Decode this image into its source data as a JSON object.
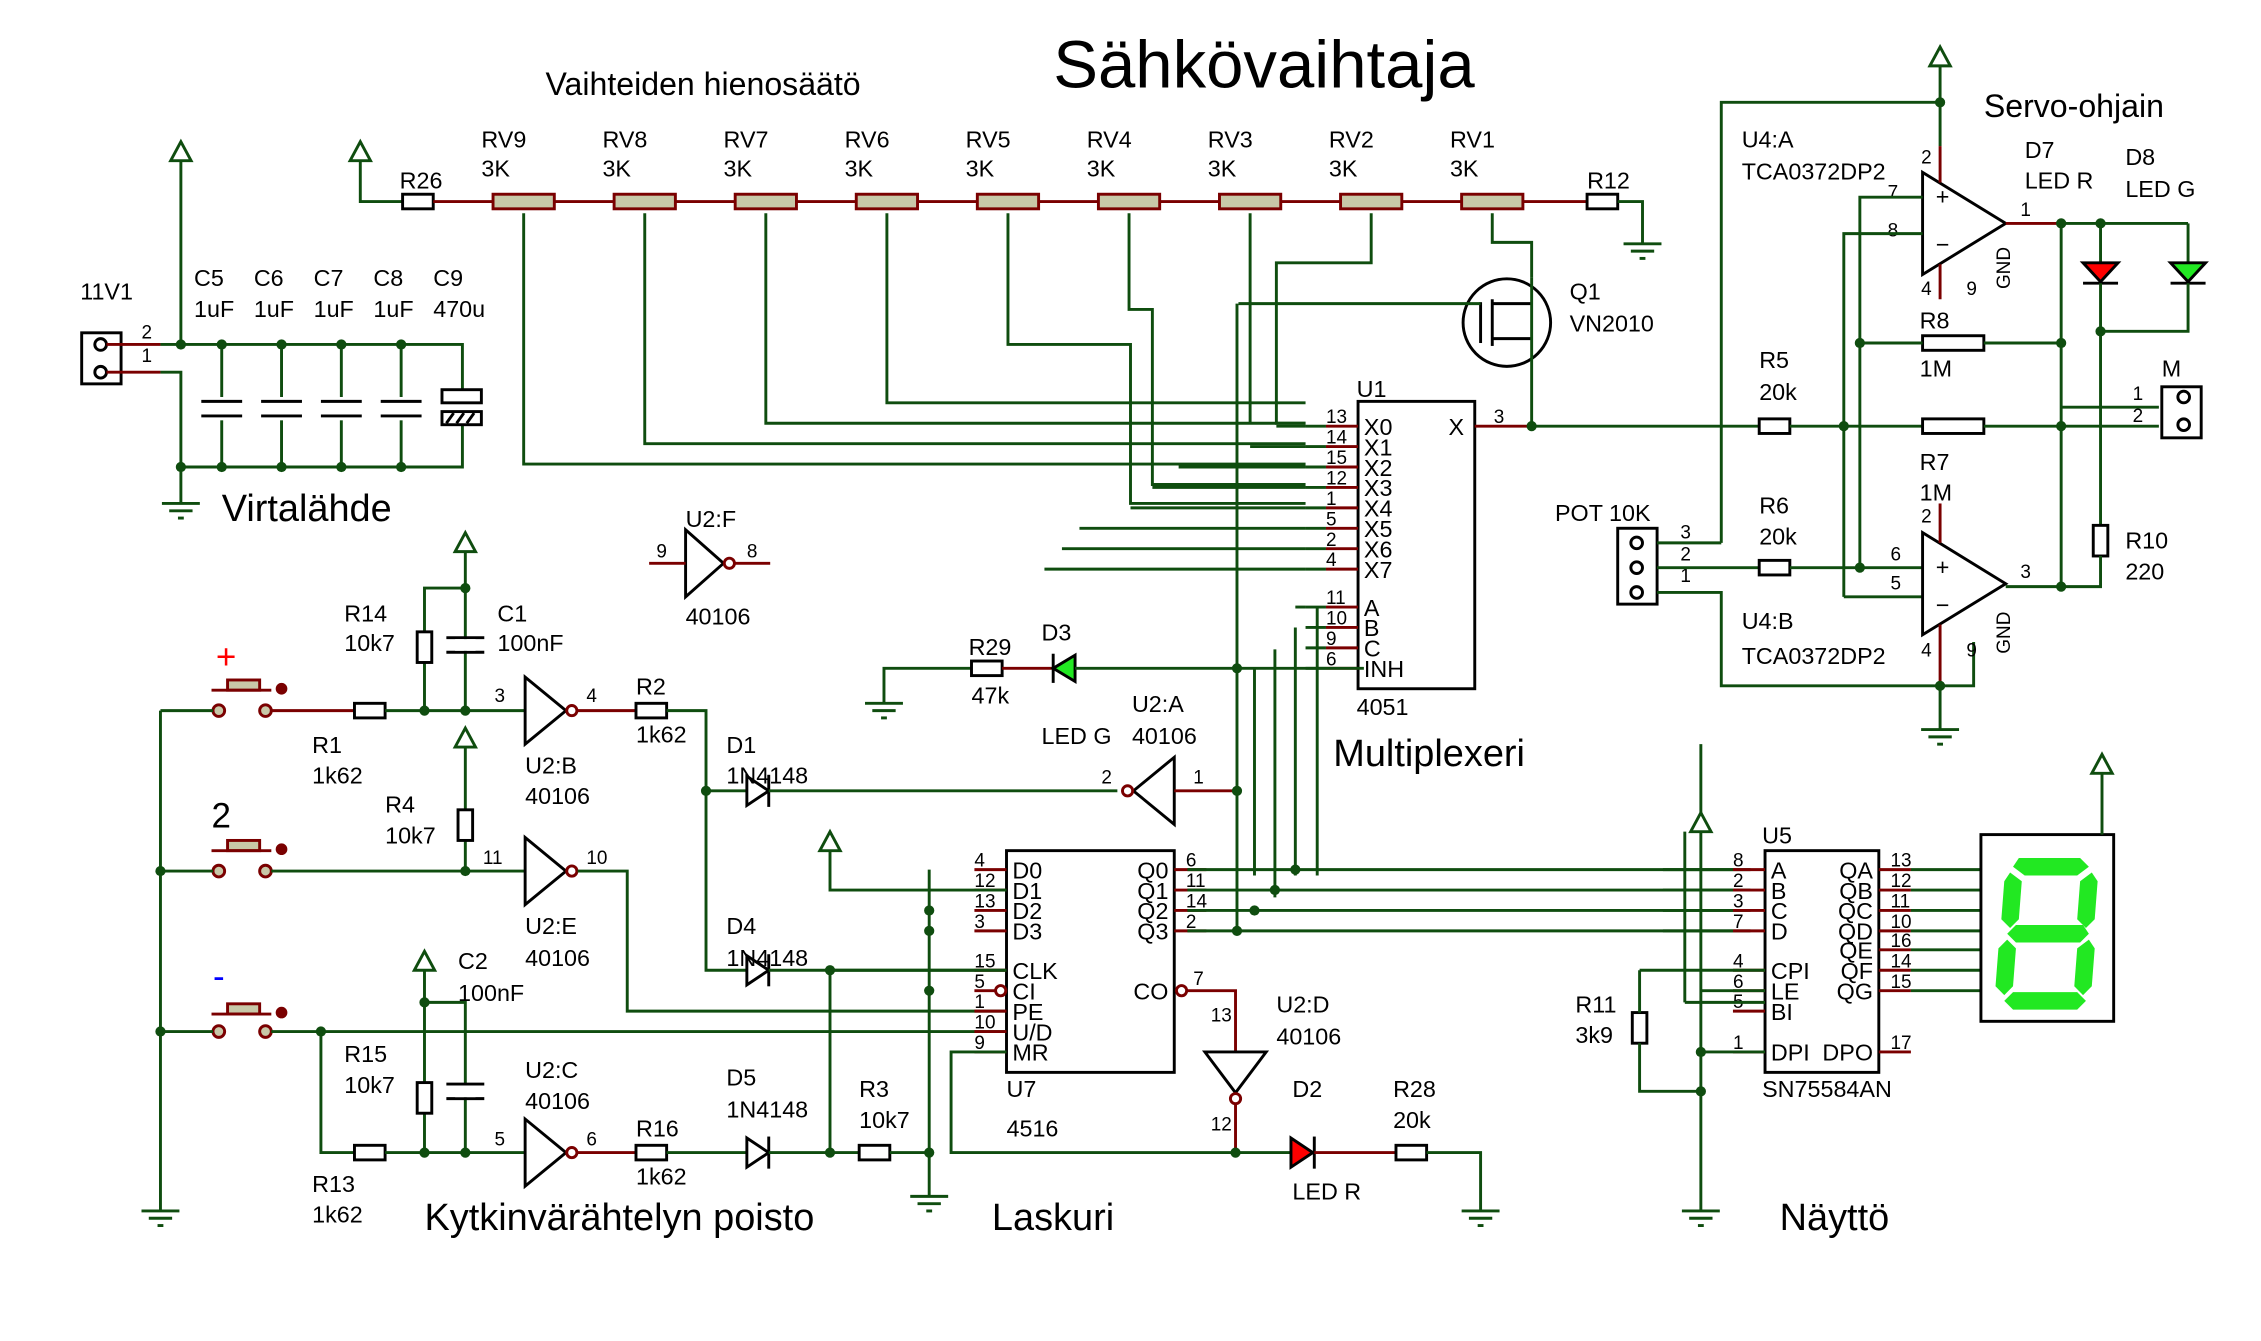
{
  "title": "Sähkövaihtaja",
  "sections": {
    "fine_tuning": "Vaihteiden hienosäätö",
    "power": "Virtalähde",
    "debounce": "Kytkinvärähtelyn poisto",
    "counter": "Laskuri",
    "display": "Näyttö",
    "servo": "Servo-ohjain",
    "mux": "Multiplexeri"
  },
  "power": {
    "connector": {
      "ref": "11V1",
      "pin2": "2",
      "pin1": "1"
    },
    "caps": [
      {
        "ref": "C5",
        "value": "1uF"
      },
      {
        "ref": "C6",
        "value": "1uF"
      },
      {
        "ref": "C7",
        "value": "1uF"
      },
      {
        "ref": "C8",
        "value": "1uF"
      },
      {
        "ref": "C9",
        "value": "470u"
      }
    ]
  },
  "pots": [
    {
      "ref": "RV9",
      "value": "3K"
    },
    {
      "ref": "RV8",
      "value": "3K"
    },
    {
      "ref": "RV7",
      "value": "3K"
    },
    {
      "ref": "RV6",
      "value": "3K"
    },
    {
      "ref": "RV5",
      "value": "3K"
    },
    {
      "ref": "RV4",
      "value": "3K"
    },
    {
      "ref": "RV3",
      "value": "3K"
    },
    {
      "ref": "RV2",
      "value": "3K"
    },
    {
      "ref": "RV1",
      "value": "3K"
    }
  ],
  "resistors": {
    "R26": {
      "ref": "R26",
      "value": ""
    },
    "R12": {
      "ref": "R12",
      "value": ""
    },
    "R14": {
      "ref": "R14",
      "value": "10k7"
    },
    "R1": {
      "ref": "R1",
      "value": "1k62"
    },
    "R4": {
      "ref": "R4",
      "value": "10k7"
    },
    "R2": {
      "ref": "R2",
      "value": "1k62"
    },
    "R15": {
      "ref": "R15",
      "value": "10k7"
    },
    "R13": {
      "ref": "R13",
      "value": "1k62"
    },
    "R16": {
      "ref": "R16",
      "value": "1k62"
    },
    "R3": {
      "ref": "R3",
      "value": "10k7"
    },
    "R29": {
      "ref": "R29",
      "value": "47k"
    },
    "R28": {
      "ref": "R28",
      "value": "20k"
    },
    "R5": {
      "ref": "R5",
      "value": "20k"
    },
    "R6": {
      "ref": "R6",
      "value": "20k"
    },
    "R7": {
      "ref": "R7",
      "value": "1M"
    },
    "R8": {
      "ref": "R8",
      "value": "1M"
    },
    "R10": {
      "ref": "R10",
      "value": "220"
    },
    "R11": {
      "ref": "R11",
      "value": "3k9"
    }
  },
  "capacitors": {
    "C1": {
      "ref": "C1",
      "value": "100nF"
    },
    "C2": {
      "ref": "C2",
      "value": "100nF"
    }
  },
  "diodes": {
    "D1": {
      "ref": "D1",
      "value": "1N4148"
    },
    "D4": {
      "ref": "D4",
      "value": "1N4148"
    },
    "D5": {
      "ref": "D5",
      "value": "1N4148"
    },
    "D2": {
      "ref": "D2",
      "value": "LED R"
    },
    "D3": {
      "ref": "D3",
      "value": "LED G"
    },
    "D7": {
      "ref": "D7",
      "value": "LED R"
    },
    "D8": {
      "ref": "D8",
      "value": "LED G"
    }
  },
  "buttons": {
    "plus": "+",
    "two": "2",
    "minus": "-"
  },
  "inverters": {
    "U2B": {
      "ref": "U2:B",
      "part": "40106",
      "in": "3",
      "out": "4"
    },
    "U2E": {
      "ref": "U2:E",
      "part": "40106",
      "in": "11",
      "out": "10"
    },
    "U2C": {
      "ref": "U2:C",
      "part": "40106",
      "in": "5",
      "out": "6"
    },
    "U2F": {
      "ref": "U2:F",
      "part": "40106",
      "in": "9",
      "out": "8"
    },
    "U2A": {
      "ref": "U2:A",
      "part": "40106",
      "in": "1",
      "out": "2"
    },
    "U2D": {
      "ref": "U2:D",
      "part": "40106",
      "in": "13",
      "out": "12"
    }
  },
  "q1": {
    "ref": "Q1",
    "part": "VN2010"
  },
  "u1": {
    "ref": "U1",
    "part": "4051",
    "pins": [
      {
        "num": "13",
        "name": "X0"
      },
      {
        "num": "14",
        "name": "X1"
      },
      {
        "num": "15",
        "name": "X2"
      },
      {
        "num": "12",
        "name": "X3"
      },
      {
        "num": "1",
        "name": "X4"
      },
      {
        "num": "5",
        "name": "X5"
      },
      {
        "num": "2",
        "name": "X6"
      },
      {
        "num": "4",
        "name": "X7"
      },
      {
        "num": "11",
        "name": "A"
      },
      {
        "num": "10",
        "name": "B"
      },
      {
        "num": "9",
        "name": "C"
      },
      {
        "num": "6",
        "name": "INH"
      }
    ],
    "out": {
      "num": "3",
      "name": "X"
    }
  },
  "u7": {
    "ref": "U7",
    "part": "4516",
    "left": [
      {
        "num": "4",
        "name": "D0"
      },
      {
        "num": "12",
        "name": "D1"
      },
      {
        "num": "13",
        "name": "D2"
      },
      {
        "num": "3",
        "name": "D3"
      },
      {
        "num": "15",
        "name": "CLK"
      },
      {
        "num": "5",
        "name": "CI"
      },
      {
        "num": "1",
        "name": "PE"
      },
      {
        "num": "10",
        "name": "U/D"
      },
      {
        "num": "9",
        "name": "MR"
      }
    ],
    "right": [
      {
        "num": "6",
        "name": "Q0"
      },
      {
        "num": "11",
        "name": "Q1"
      },
      {
        "num": "14",
        "name": "Q2"
      },
      {
        "num": "2",
        "name": "Q3"
      },
      {
        "num": "7",
        "name": "CO"
      }
    ]
  },
  "u5": {
    "ref": "U5",
    "part": "SN75584AN",
    "left": [
      {
        "num": "8",
        "name": "A"
      },
      {
        "num": "2",
        "name": "B"
      },
      {
        "num": "3",
        "name": "C"
      },
      {
        "num": "7",
        "name": "D"
      },
      {
        "num": "4",
        "name": "CPI"
      },
      {
        "num": "6",
        "name": "LE"
      },
      {
        "num": "5",
        "name": "BI"
      },
      {
        "num": "1",
        "name": "DPI"
      }
    ],
    "right": [
      {
        "num": "13",
        "name": "QA"
      },
      {
        "num": "12",
        "name": "QB"
      },
      {
        "num": "11",
        "name": "QC"
      },
      {
        "num": "10",
        "name": "QD"
      },
      {
        "num": "16",
        "name": "QE"
      },
      {
        "num": "14",
        "name": "QF"
      },
      {
        "num": "15",
        "name": "QG"
      },
      {
        "num": "17",
        "name": "DPO"
      }
    ]
  },
  "u4a": {
    "ref": "U4:A",
    "part": "TCA0372DP2",
    "plus": "7",
    "minus": "8",
    "out": "1",
    "vcc": "2",
    "vee": "4",
    "gnd_pin": "9",
    "gnd": "GND"
  },
  "u4b": {
    "ref": "U4:B",
    "part": "TCA0372DP2",
    "plus": "6",
    "minus": "5",
    "out": "3",
    "vcc": "2",
    "vee": "4",
    "gnd_pin": "9",
    "gnd": "GND"
  },
  "pot10k": {
    "ref": "POT 10K",
    "p3": "3",
    "p2": "2",
    "p1": "1"
  },
  "motor": {
    "ref": "M",
    "p1": "1",
    "p2": "2"
  },
  "seven_seg": {
    "digit": "8",
    "color": "#22e822"
  },
  "colors": {
    "wire": "#0f4d0f",
    "pin": "#7a0000",
    "led_red": "#ff0000",
    "led_green": "#22e822"
  }
}
